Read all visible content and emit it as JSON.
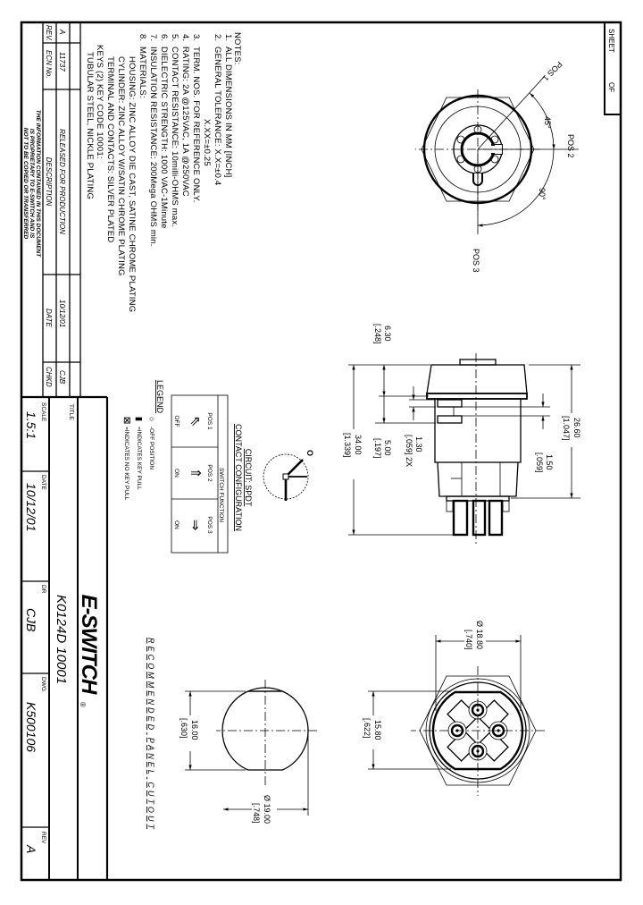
{
  "sheet": {
    "sheet_label": "SHEET",
    "of_label": "OF"
  },
  "notes": {
    "heading": "NOTES:",
    "items": [
      {
        "num": "1.",
        "text": "ALL DIMENSIONS IN MM [INCH]"
      },
      {
        "num": "2.",
        "text": "GENERAL TOLERANCE: X.X=±0.4"
      },
      {
        "num": "",
        "text": "X.XX=±0.25"
      },
      {
        "num": "3.",
        "text": "TERM. NOS. FOR REFERENCE ONLY."
      },
      {
        "num": "4.",
        "text": "RATING: 2A @125VAC, 1A @250VAC"
      },
      {
        "num": "5.",
        "text": "CONTACT RESISTANCE: 10milli-OHMS max."
      },
      {
        "num": "6.",
        "text": "DIELECTRIC STRENGTH: 1000 VAC-1Minute"
      },
      {
        "num": "7.",
        "text": "INSULATION RESISTANCE: 200Mega OHMS min."
      },
      {
        "num": "8.",
        "text": "MATERIALS:"
      },
      {
        "num": "",
        "text": "HOUSING: ZINC ALLOY DIE CAST, SATINE CHROME PLATING"
      },
      {
        "num": "",
        "text": "CYLINDER: ZINC ALLOY W/SATIN CHROME PLATING"
      },
      {
        "num": "",
        "text": "TERMINAL AND CONTACTS: SILVER PLATED"
      },
      {
        "num": "",
        "text": "KEYS (2) KEY CODE 10001:"
      },
      {
        "num": "",
        "text": "TUBULAR STEEL, NICKLE PLATING"
      }
    ]
  },
  "top_view": {
    "pos1": "POS 1",
    "pos2": "POS 2",
    "pos3": "POS 3",
    "angle1": "45°",
    "angle2": "90°"
  },
  "side_view": {
    "dim_total": "34.00",
    "dim_total_in": "[1.339]",
    "dim_cap": "6.30",
    "dim_cap_in": "[.248]",
    "dim_5": "5.00",
    "dim_5_in": "[.197]",
    "dim_groove": "1.30",
    "dim_groove_in": "[.059]  2X",
    "dim_gap": "1.50",
    "dim_gap_in": "[.059]",
    "dim_body": "26.60",
    "dim_body_in": "[1.047]"
  },
  "bottom_view": {
    "dia": "Ø 18.80",
    "dia_in": "[.740]",
    "flat": "15.80",
    "flat_in": "[.622]"
  },
  "panel_cutout": {
    "title": "RECOMMENDED PANEL CUTOUT",
    "flat": "16.00",
    "flat_in": "[.630]",
    "dia": "Ø 19.00",
    "dia_in": "[.748]"
  },
  "circuit": {
    "title": "CIRCUIT: SPDT",
    "subtitle": "CONTACT CONFIGURATION",
    "off_symbol": "O"
  },
  "switch_table": {
    "header": "SWITCH FUNCTION",
    "columns": [
      {
        "pos": "POS 1",
        "arrow": "⇖",
        "state": "OFF"
      },
      {
        "pos": "POS 2",
        "arrow": "⇑",
        "state": "ON"
      },
      {
        "pos": "POS 3",
        "arrow": "⇒",
        "state": "ON"
      }
    ]
  },
  "legend": {
    "title": "LEGEND",
    "items": [
      {
        "symbol": "○",
        "text": "-OFF POSITION"
      },
      {
        "symbol": "▮",
        "text": "=INDICATES KEY PULL"
      },
      {
        "symbol": "☒",
        "text": "=INDICATES NO KEY PULL"
      }
    ]
  },
  "revisions": {
    "headers": {
      "rev": "REV.",
      "ecn": "ECN No.",
      "description": "DESCRIPTION",
      "date": "DATE",
      "chkd": "CHKD"
    },
    "rows": [
      {
        "rev": "A",
        "ecn": "11737",
        "description": "RELEASED FOR PRODUCTION",
        "date": "10/12/01",
        "chkd": "CJB"
      }
    ],
    "disclaimer": [
      "THE INFORMATION CONTAINED IN THIS DOCUMENT",
      "IS PROPRIETARY TO E-SWITCH AND IS",
      "NOT TO BE COPIED OR TRANSFERRED"
    ]
  },
  "title_block": {
    "logo": "E-SWITCH",
    "logo_mark": "®",
    "title_label": "TITLE",
    "title": "K0124D 10001",
    "scale_label": "SCALE",
    "scale": "1.5:1",
    "date_label": "DATE",
    "date": "10/12/01",
    "dr_label": "DR",
    "dr": "CJB",
    "dwg_label": "DWG",
    "dwg": "K500106",
    "rev_label": "REV",
    "rev": "A"
  }
}
